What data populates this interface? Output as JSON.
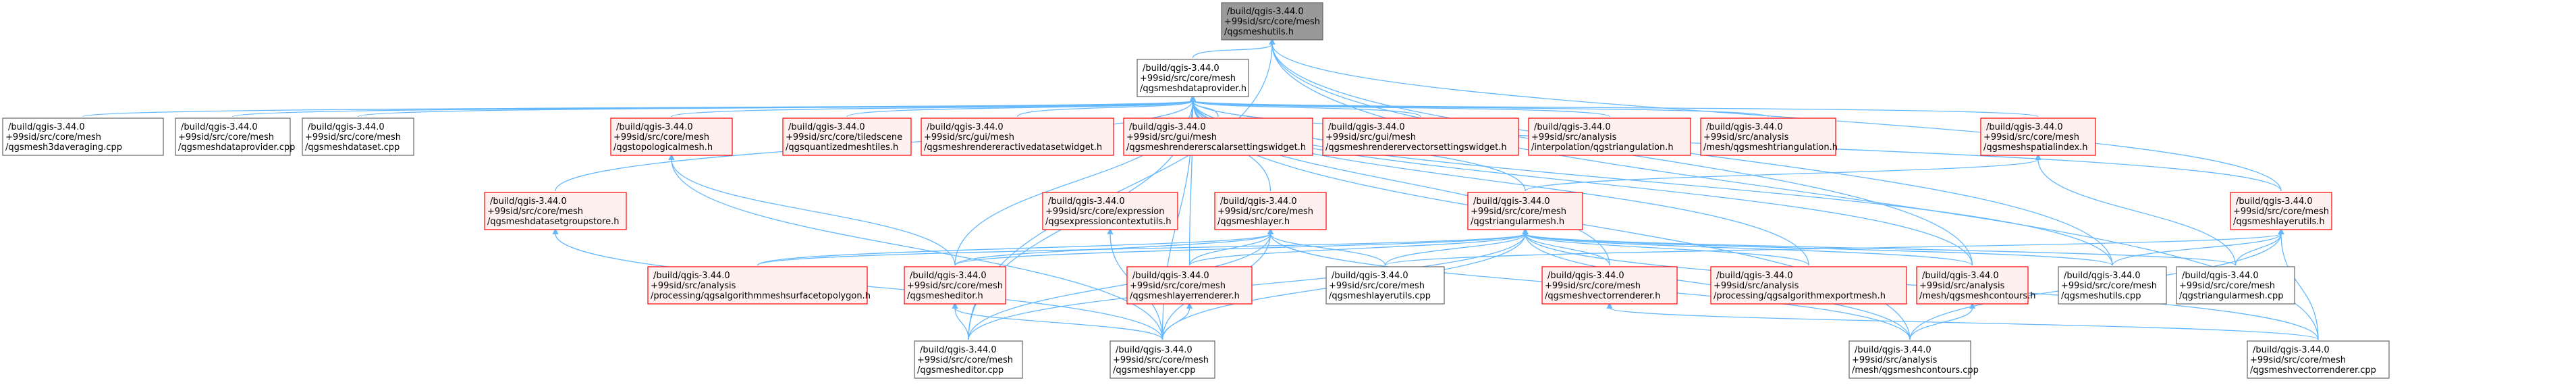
{
  "colors": {
    "edge": "#63b8ff",
    "focus_fill": "#999999",
    "focus_stroke": "#666666",
    "normal_fill": "#ffffff",
    "normal_stroke": "#666666",
    "incomplete_fill": "#fff0f0",
    "incomplete_stroke": "#ff0000"
  },
  "nodes": [
    {
      "id": "meshutils_h",
      "lines": [
        "/build/qgis-3.44.0",
        "+99sid/src/core/mesh",
        "/qgsmeshutils.h"
      ],
      "style": "focus"
    },
    {
      "id": "meshdataprovider_h",
      "lines": [
        "/build/qgis-3.44.0",
        "+99sid/src/core/mesh",
        "/qgsmeshdataprovider.h"
      ],
      "style": "normal"
    },
    {
      "id": "mesh3daveraging_cpp",
      "lines": [
        "/build/qgis-3.44.0",
        "+99sid/src/core/mesh",
        "/qgsmesh3daveraging.cpp"
      ],
      "style": "normal"
    },
    {
      "id": "meshdataprovider_cpp",
      "lines": [
        "/build/qgis-3.44.0",
        "+99sid/src/core/mesh",
        "/qgsmeshdataprovider.cpp"
      ],
      "style": "normal"
    },
    {
      "id": "meshdataset_cpp",
      "lines": [
        "/build/qgis-3.44.0",
        "+99sid/src/core/mesh",
        "/qgsmeshdataset.cpp"
      ],
      "style": "normal"
    },
    {
      "id": "topologicalmesh_h",
      "lines": [
        "/build/qgis-3.44.0",
        "+99sid/src/core/mesh",
        "/qgstopologicalmesh.h"
      ],
      "style": "incomplete"
    },
    {
      "id": "quantizedmeshtiles_h",
      "lines": [
        "/build/qgis-3.44.0",
        "+99sid/src/core/tiledscene",
        "/qgsquantizedmeshtiles.h"
      ],
      "style": "incomplete"
    },
    {
      "id": "rendereractivedataset_h",
      "lines": [
        "/build/qgis-3.44.0",
        "+99sid/src/gui/mesh",
        "/qgsmeshrendereractivedatasetwidget.h"
      ],
      "style": "incomplete"
    },
    {
      "id": "rendererscalar_h",
      "lines": [
        "/build/qgis-3.44.0",
        "+99sid/src/gui/mesh",
        "/qgsmeshrendererscalarsettingswidget.h"
      ],
      "style": "incomplete"
    },
    {
      "id": "renderervector_h",
      "lines": [
        "/build/qgis-3.44.0",
        "+99sid/src/gui/mesh",
        "/qgsmeshrenderervectorsettingswidget.h"
      ],
      "style": "incomplete"
    },
    {
      "id": "interp_triangulation_h",
      "lines": [
        "/build/qgis-3.44.0",
        "+99sid/src/analysis",
        "/interpolation/qgstriangulation.h"
      ],
      "style": "incomplete"
    },
    {
      "id": "meshtriangulation_h",
      "lines": [
        "/build/qgis-3.44.0",
        "+99sid/src/analysis",
        "/mesh/qgsmeshtriangulation.h"
      ],
      "style": "incomplete"
    },
    {
      "id": "meshspatialindex_h",
      "lines": [
        "/build/qgis-3.44.0",
        "+99sid/src/core/mesh",
        "/qgsmeshspatialindex.h"
      ],
      "style": "incomplete"
    },
    {
      "id": "meshdatasetgroupstore_h",
      "lines": [
        "/build/qgis-3.44.0",
        "+99sid/src/core/mesh",
        "/qgsmeshdatasetgroupstore.h"
      ],
      "style": "incomplete"
    },
    {
      "id": "exprcontextutils_h",
      "lines": [
        "/build/qgis-3.44.0",
        "+99sid/src/core/expression",
        "/qgsexpressioncontextutils.h"
      ],
      "style": "incomplete"
    },
    {
      "id": "meshlayer_h",
      "lines": [
        "/build/qgis-3.44.0",
        "+99sid/src/core/mesh",
        "/qgsmeshlayer.h"
      ],
      "style": "incomplete"
    },
    {
      "id": "triangularmesh_h",
      "lines": [
        "/build/qgis-3.44.0",
        "+99sid/src/core/mesh",
        "/qgstriangularmesh.h"
      ],
      "style": "incomplete"
    },
    {
      "id": "meshlayerutils_h",
      "lines": [
        "/build/qgis-3.44.0",
        "+99sid/src/core/mesh",
        "/qgsmeshlayerutils.h"
      ],
      "style": "incomplete"
    },
    {
      "id": "surfacetopolygon_h",
      "lines": [
        "/build/qgis-3.44.0",
        "+99sid/src/analysis",
        "/processing/qgsalgorithmmeshsurfacetopolygon.h"
      ],
      "style": "incomplete"
    },
    {
      "id": "mesheditor_h",
      "lines": [
        "/build/qgis-3.44.0",
        "+99sid/src/core/mesh",
        "/qgsmesheditor.h"
      ],
      "style": "incomplete"
    },
    {
      "id": "meshlayerrenderer_h",
      "lines": [
        "/build/qgis-3.44.0",
        "+99sid/src/core/mesh",
        "/qgsmeshlayerrenderer.h"
      ],
      "style": "incomplete"
    },
    {
      "id": "meshlayerutils_cpp",
      "lines": [
        "/build/qgis-3.44.0",
        "+99sid/src/core/mesh",
        "/qgsmeshlayerutils.cpp"
      ],
      "style": "normal"
    },
    {
      "id": "meshvectorrenderer_h",
      "lines": [
        "/build/qgis-3.44.0",
        "+99sid/src/core/mesh",
        "/qgsmeshvectorrenderer.h"
      ],
      "style": "incomplete"
    },
    {
      "id": "exportmesh_h",
      "lines": [
        "/build/qgis-3.44.0",
        "+99sid/src/analysis",
        "/processing/qgsalgorithmexportmesh.h"
      ],
      "style": "incomplete"
    },
    {
      "id": "meshcontours_h",
      "lines": [
        "/build/qgis-3.44.0",
        "+99sid/src/analysis",
        "/mesh/qgsmeshcontours.h"
      ],
      "style": "incomplete"
    },
    {
      "id": "meshutils_cpp",
      "lines": [
        "/build/qgis-3.44.0",
        "+99sid/src/core/mesh",
        "/qgsmeshutils.cpp"
      ],
      "style": "normal"
    },
    {
      "id": "triangularmesh_cpp",
      "lines": [
        "/build/qgis-3.44.0",
        "+99sid/src/core/mesh",
        "/qgstriangularmesh.cpp"
      ],
      "style": "normal"
    },
    {
      "id": "mesheditor_cpp",
      "lines": [
        "/build/qgis-3.44.0",
        "+99sid/src/core/mesh",
        "/qgsmesheditor.cpp"
      ],
      "style": "normal"
    },
    {
      "id": "meshlayer_cpp",
      "lines": [
        "/build/qgis-3.44.0",
        "+99sid/src/core/mesh",
        "/qgsmeshlayer.cpp"
      ],
      "style": "normal"
    },
    {
      "id": "meshcontours_cpp",
      "lines": [
        "/build/qgis-3.44.0",
        "+99sid/src/analysis",
        "/mesh/qgsmeshcontours.cpp"
      ],
      "style": "normal"
    },
    {
      "id": "meshvectorrenderer_cpp",
      "lines": [
        "/build/qgis-3.44.0",
        "+99sid/src/core/mesh",
        "/qgsmeshvectorrenderer.cpp"
      ],
      "style": "normal"
    }
  ],
  "edges": [
    [
      "meshutils_h",
      "meshdataprovider_h"
    ],
    [
      "meshutils_h",
      "meshlayerutils_h"
    ],
    [
      "meshutils_h",
      "meshcontours_h"
    ],
    [
      "meshutils_h",
      "meshutils_cpp"
    ],
    [
      "meshutils_h",
      "mesheditor_cpp"
    ],
    [
      "meshutils_h",
      "meshvectorrenderer_cpp"
    ],
    [
      "meshdataprovider_h",
      "mesh3daveraging_cpp"
    ],
    [
      "meshdataprovider_h",
      "meshdataprovider_cpp"
    ],
    [
      "meshdataprovider_h",
      "meshdataset_cpp"
    ],
    [
      "meshdataprovider_h",
      "topologicalmesh_h"
    ],
    [
      "meshdataprovider_h",
      "quantizedmeshtiles_h"
    ],
    [
      "meshdataprovider_h",
      "rendereractivedataset_h"
    ],
    [
      "meshdataprovider_h",
      "rendererscalar_h"
    ],
    [
      "meshdataprovider_h",
      "renderervector_h"
    ],
    [
      "meshdataprovider_h",
      "interp_triangulation_h"
    ],
    [
      "meshdataprovider_h",
      "meshtriangulation_h"
    ],
    [
      "meshdataprovider_h",
      "meshspatialindex_h"
    ],
    [
      "meshdataprovider_h",
      "meshdatasetgroupstore_h"
    ],
    [
      "meshdataprovider_h",
      "meshlayer_h"
    ],
    [
      "meshdataprovider_h",
      "triangularmesh_h"
    ],
    [
      "meshdataprovider_h",
      "meshlayerutils_h"
    ],
    [
      "meshdataprovider_h",
      "mesheditor_h"
    ],
    [
      "meshdataprovider_h",
      "meshlayerrenderer_h"
    ],
    [
      "meshdataprovider_h",
      "meshvectorrenderer_h"
    ],
    [
      "meshdataprovider_h",
      "exportmesh_h"
    ],
    [
      "meshdataprovider_h",
      "meshcontours_h"
    ],
    [
      "meshdataprovider_h",
      "meshutils_cpp"
    ],
    [
      "meshdataprovider_h",
      "mesheditor_cpp"
    ],
    [
      "meshdataprovider_h",
      "meshlayer_cpp"
    ],
    [
      "meshdataprovider_h",
      "meshcontours_cpp"
    ],
    [
      "topologicalmesh_h",
      "mesheditor_h"
    ],
    [
      "topologicalmesh_h",
      "meshlayer_cpp"
    ],
    [
      "meshspatialindex_h",
      "triangularmesh_h"
    ],
    [
      "meshspatialindex_h",
      "triangularmesh_cpp"
    ],
    [
      "meshdatasetgroupstore_h",
      "meshlayer_cpp"
    ],
    [
      "exprcontextutils_h",
      "meshlayer_cpp"
    ],
    [
      "meshlayer_h",
      "surfacetopolygon_h"
    ],
    [
      "meshlayer_h",
      "mesheditor_h"
    ],
    [
      "meshlayer_h",
      "meshlayerrenderer_h"
    ],
    [
      "meshlayer_h",
      "meshlayerutils_cpp"
    ],
    [
      "meshlayer_h",
      "mesheditor_cpp"
    ],
    [
      "meshlayer_h",
      "meshlayer_cpp"
    ],
    [
      "meshlayer_h",
      "meshcontours_cpp"
    ],
    [
      "triangularmesh_h",
      "surfacetopolygon_h"
    ],
    [
      "triangularmesh_h",
      "mesheditor_h"
    ],
    [
      "triangularmesh_h",
      "meshlayerrenderer_h"
    ],
    [
      "triangularmesh_h",
      "meshlayerutils_cpp"
    ],
    [
      "triangularmesh_h",
      "meshvectorrenderer_h"
    ],
    [
      "triangularmesh_h",
      "exportmesh_h"
    ],
    [
      "triangularmesh_h",
      "meshcontours_h"
    ],
    [
      "triangularmesh_h",
      "meshutils_cpp"
    ],
    [
      "triangularmesh_h",
      "triangularmesh_cpp"
    ],
    [
      "triangularmesh_h",
      "mesheditor_cpp"
    ],
    [
      "triangularmesh_h",
      "meshlayer_cpp"
    ],
    [
      "triangularmesh_h",
      "meshcontours_cpp"
    ],
    [
      "triangularmesh_h",
      "meshvectorrenderer_cpp"
    ],
    [
      "meshlayerutils_h",
      "meshlayerutils_cpp"
    ],
    [
      "meshlayerutils_h",
      "meshutils_cpp"
    ],
    [
      "meshlayerutils_h",
      "triangularmesh_cpp"
    ],
    [
      "meshlayerutils_h",
      "meshcontours_cpp"
    ],
    [
      "meshlayerutils_h",
      "meshvectorrenderer_cpp"
    ],
    [
      "mesheditor_h",
      "mesheditor_cpp"
    ],
    [
      "mesheditor_h",
      "meshlayer_cpp"
    ],
    [
      "meshlayerrenderer_h",
      "meshlayer_cpp"
    ],
    [
      "meshvectorrenderer_h",
      "meshvectorrenderer_cpp"
    ],
    [
      "meshcontours_h",
      "meshcontours_cpp"
    ]
  ]
}
